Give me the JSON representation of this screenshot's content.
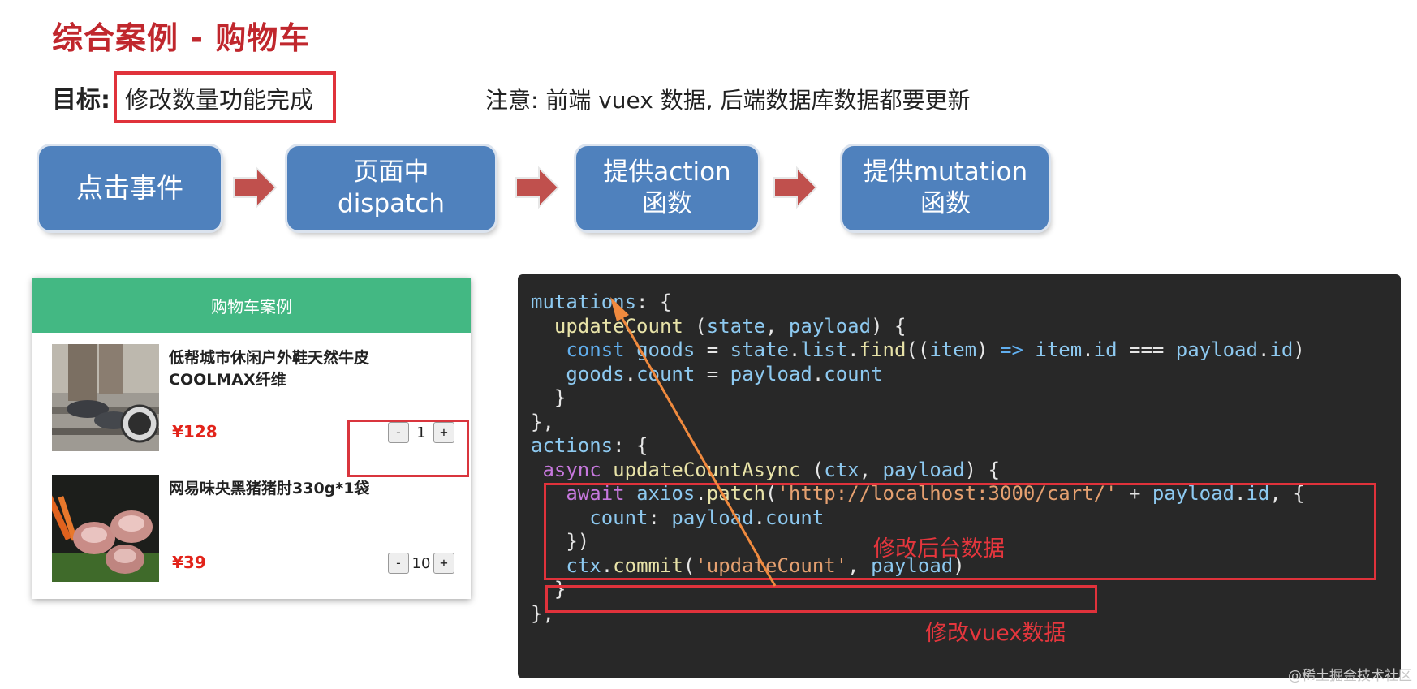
{
  "title": "综合案例 - 购物车",
  "goal": {
    "label": "目标:",
    "text": "修改数量功能完成"
  },
  "note": "注意: 前端 vuex 数据, 后端数据库数据都要更新",
  "flow": [
    {
      "lines": [
        "点击事件"
      ]
    },
    {
      "lines": [
        "页面中",
        "dispatch"
      ]
    },
    {
      "lines": [
        "提供action",
        "函数"
      ]
    },
    {
      "lines": [
        "提供mutation",
        "函数"
      ]
    }
  ],
  "cart": {
    "header": "购物车案例",
    "items": [
      {
        "name": "低帮城市休闲户外鞋天然牛皮COOLMAX纤维",
        "price": "¥128",
        "count": "1",
        "minus": "-",
        "plus": "+"
      },
      {
        "name": "网易味央黑猪猪肘330g*1袋",
        "price": "¥39",
        "count": "10",
        "minus": "-",
        "plus": "+"
      }
    ]
  },
  "code_lines": [
    [
      [
        "v",
        "mutations"
      ],
      [
        "p",
        ": {"
      ]
    ],
    [
      [
        "p",
        "  "
      ],
      [
        "f",
        "updateCount"
      ],
      [
        "p",
        " ("
      ],
      [
        "v",
        "state"
      ],
      [
        "p",
        ", "
      ],
      [
        "v",
        "payload"
      ],
      [
        "p",
        ") {"
      ]
    ],
    [
      [
        "p",
        "   "
      ],
      [
        "b",
        "const"
      ],
      [
        "p",
        " "
      ],
      [
        "v",
        "goods"
      ],
      [
        "p",
        " = "
      ],
      [
        "v",
        "state"
      ],
      [
        "p",
        "."
      ],
      [
        "v",
        "list"
      ],
      [
        "p",
        "."
      ],
      [
        "f",
        "find"
      ],
      [
        "p",
        "(("
      ],
      [
        "v",
        "item"
      ],
      [
        "p",
        ") "
      ],
      [
        "b",
        "=>"
      ],
      [
        "p",
        " "
      ],
      [
        "v",
        "item"
      ],
      [
        "p",
        "."
      ],
      [
        "v",
        "id"
      ],
      [
        "p",
        " === "
      ],
      [
        "v",
        "payload"
      ],
      [
        "p",
        "."
      ],
      [
        "v",
        "id"
      ],
      [
        "p",
        ")"
      ]
    ],
    [
      [
        "p",
        "   "
      ],
      [
        "v",
        "goods"
      ],
      [
        "p",
        "."
      ],
      [
        "v",
        "count"
      ],
      [
        "p",
        " = "
      ],
      [
        "v",
        "payload"
      ],
      [
        "p",
        "."
      ],
      [
        "v",
        "count"
      ]
    ],
    [
      [
        "p",
        "  }"
      ]
    ],
    [
      [
        "p",
        "},"
      ]
    ],
    [
      [
        "v",
        "actions"
      ],
      [
        "p",
        ": {"
      ]
    ],
    [
      [
        "p",
        " "
      ],
      [
        "k",
        "async"
      ],
      [
        "p",
        " "
      ],
      [
        "f",
        "updateCountAsync"
      ],
      [
        "p",
        " ("
      ],
      [
        "v",
        "ctx"
      ],
      [
        "p",
        ", "
      ],
      [
        "v",
        "payload"
      ],
      [
        "p",
        ") {"
      ]
    ],
    [
      [
        "p",
        "   "
      ],
      [
        "k",
        "await"
      ],
      [
        "p",
        " "
      ],
      [
        "v",
        "axios"
      ],
      [
        "p",
        "."
      ],
      [
        "f",
        "patch"
      ],
      [
        "p",
        "("
      ],
      [
        "s",
        "'http://localhost:3000/cart/'"
      ],
      [
        "p",
        " + "
      ],
      [
        "v",
        "payload"
      ],
      [
        "p",
        "."
      ],
      [
        "v",
        "id"
      ],
      [
        "p",
        ", {"
      ]
    ],
    [
      [
        "p",
        "     "
      ],
      [
        "v",
        "count"
      ],
      [
        "p",
        ": "
      ],
      [
        "v",
        "payload"
      ],
      [
        "p",
        "."
      ],
      [
        "v",
        "count"
      ]
    ],
    [
      [
        "p",
        "   })"
      ]
    ],
    [
      [
        "p",
        "   "
      ],
      [
        "v",
        "ctx"
      ],
      [
        "p",
        "."
      ],
      [
        "f",
        "commit"
      ],
      [
        "p",
        "("
      ],
      [
        "s",
        "'updateCount'"
      ],
      [
        "p",
        ", "
      ],
      [
        "v",
        "payload"
      ],
      [
        "p",
        ")"
      ]
    ],
    [
      [
        "p",
        "  }"
      ]
    ],
    [
      [
        "p",
        "},"
      ]
    ]
  ],
  "annotations": {
    "backend": "修改后台数据",
    "vuex": "修改vuex数据"
  },
  "watermark": "@稀土掘金技术社区",
  "colors": {
    "title": "#c0272d",
    "flow_box": "#4f81bd",
    "arrow": "#c0504d",
    "cart_header": "#43b883",
    "code_bg": "#282828",
    "highlight": "#e0323b",
    "annotation_arrow": "#f08a3e"
  }
}
